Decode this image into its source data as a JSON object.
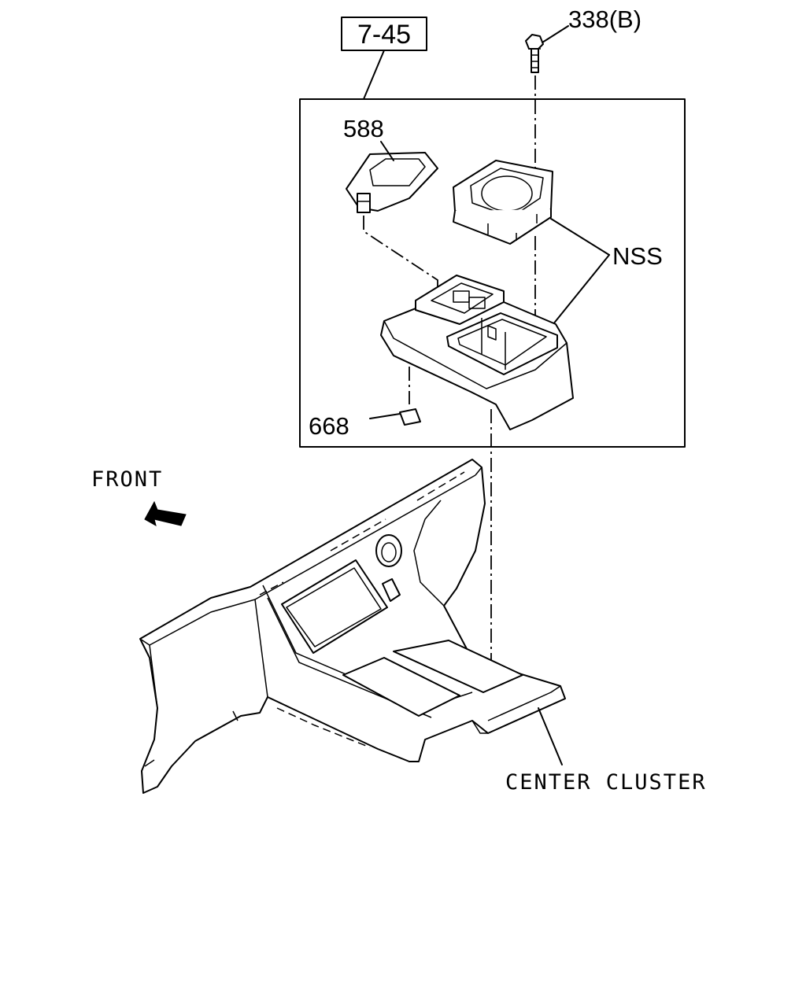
{
  "diagram": {
    "reference_box": "7-45",
    "callouts": {
      "bolt": "338(B)",
      "lid": "588",
      "nss": "NSS",
      "clip": "668",
      "front": "FRONT",
      "center_cluster": "CENTER CLUSTER"
    }
  }
}
